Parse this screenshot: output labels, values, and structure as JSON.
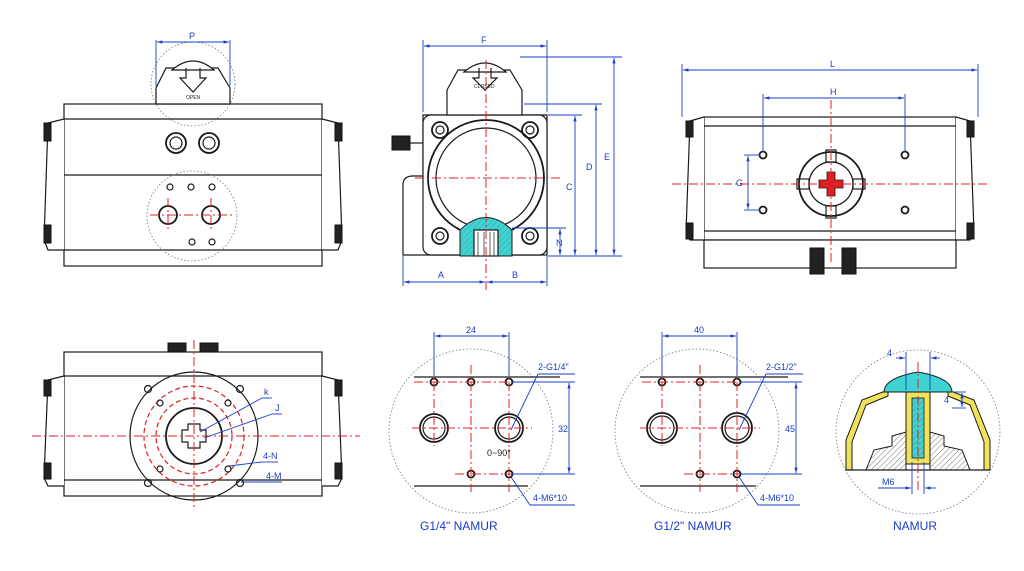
{
  "dimensions": {
    "P": "P",
    "F": "F",
    "L": "L",
    "H": "H",
    "G": "G",
    "A": "A",
    "B": "B",
    "C": "C",
    "D": "D",
    "E": "E",
    "N": "N",
    "k": "k",
    "J": "J",
    "N4": "4-N",
    "M4": "4-M",
    "d24": "24",
    "d32": "32",
    "d40": "40",
    "d45": "45",
    "g14": "2-G1/4\"",
    "g12": "2-G1/2\"",
    "m6a": "4-M6*10",
    "m6b": "4-M6*10",
    "angle": "0~90°",
    "n4a": "4",
    "n4b": "4",
    "m6": "M6"
  },
  "indicators": {
    "open": "OPEN",
    "closed": "CLOSED"
  },
  "labels": {
    "g14_namur": "G1/4\" NAMUR",
    "g12_namur": "G1/2\" NAMUR",
    "namur": "NAMUR"
  },
  "colors": {
    "dimension": "#1a3cc8",
    "centerline": "#e02020",
    "hatch_cyan": "#3fd3d3",
    "hatch_yellow": "#f0e25a"
  }
}
